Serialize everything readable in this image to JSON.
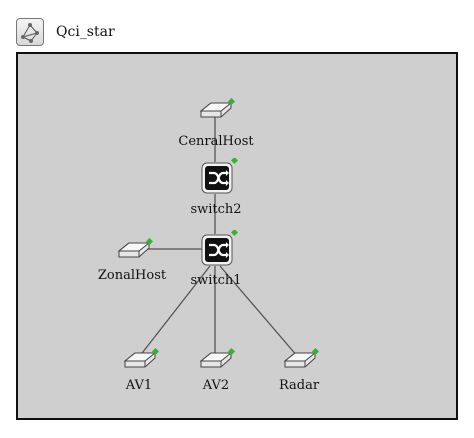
{
  "network": {
    "name": "Qci_star",
    "icon": "network-icon"
  },
  "nodes": [
    {
      "id": "cenralhost",
      "label": "CenralHost",
      "kind": "host",
      "status_color": "#35b335"
    },
    {
      "id": "switch2",
      "label": "switch2",
      "kind": "switch",
      "status_color": "#35b335"
    },
    {
      "id": "zonalhost",
      "label": "ZonalHost",
      "kind": "host",
      "status_color": "#35b335"
    },
    {
      "id": "switch1",
      "label": "switch1",
      "kind": "switch",
      "status_color": "#35b335"
    },
    {
      "id": "av1",
      "label": "AV1",
      "kind": "host",
      "status_color": "#35b335"
    },
    {
      "id": "av2",
      "label": "AV2",
      "kind": "host",
      "status_color": "#35b335"
    },
    {
      "id": "radar",
      "label": "Radar",
      "kind": "host",
      "status_color": "#35b335"
    }
  ],
  "links": [
    {
      "from": "cenralhost",
      "to": "switch2"
    },
    {
      "from": "switch2",
      "to": "switch1"
    },
    {
      "from": "zonalhost",
      "to": "switch1"
    },
    {
      "from": "switch1",
      "to": "av1"
    },
    {
      "from": "switch1",
      "to": "av2"
    },
    {
      "from": "switch1",
      "to": "radar"
    }
  ],
  "colors": {
    "canvas": "#cfcfcf",
    "link": "#555555",
    "status": "#35b335"
  }
}
